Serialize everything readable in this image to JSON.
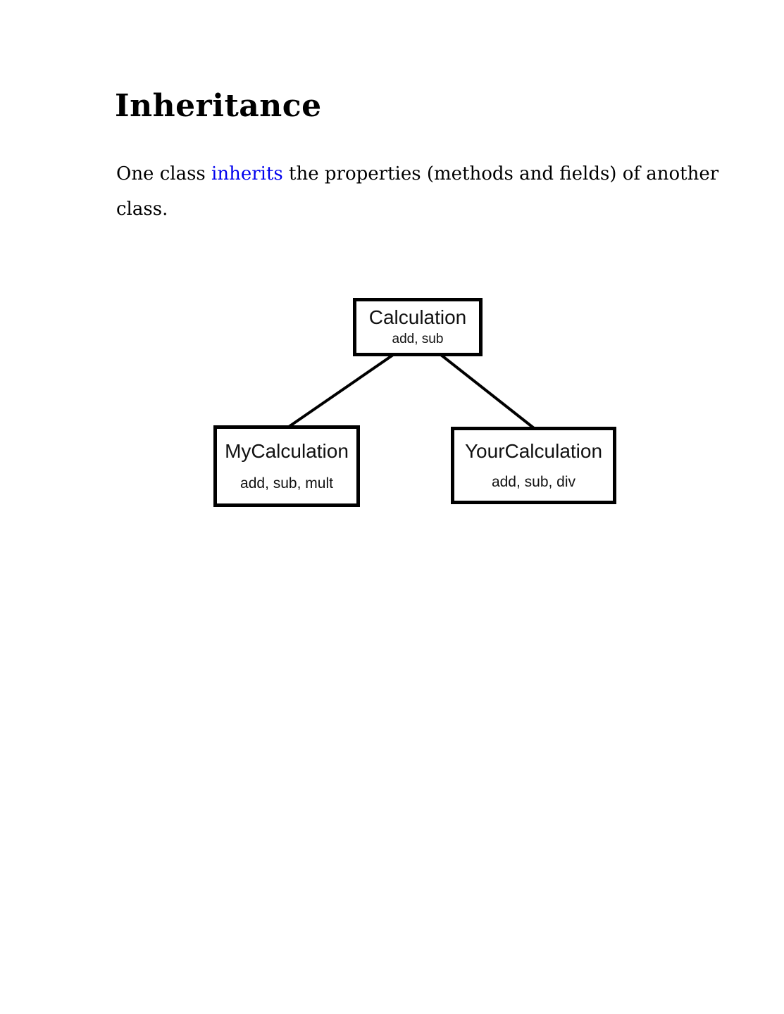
{
  "page": {
    "title": "Inheritance",
    "paragraph": {
      "text_before_link": "One class ",
      "link_text": "inherits",
      "text_after_link": " the properties (methods and fields) of another class."
    }
  },
  "colors": {
    "background": "#FFFFFF",
    "text": "#000000",
    "link": "#0000EE",
    "box_border": "#000000",
    "edge_line": "#000000"
  },
  "diagram": {
    "nodes": [
      {
        "id": "calculation",
        "name": "Calculation",
        "members": "add, sub"
      },
      {
        "id": "my-calculation",
        "name": "MyCalculation",
        "members": "add, sub, mult"
      },
      {
        "id": "your-calculation",
        "name": "YourCalculation",
        "members": "add, sub, div"
      }
    ],
    "edges": [
      {
        "from": "calculation",
        "to": "my-calculation"
      },
      {
        "from": "calculation",
        "to": "your-calculation"
      }
    ]
  }
}
